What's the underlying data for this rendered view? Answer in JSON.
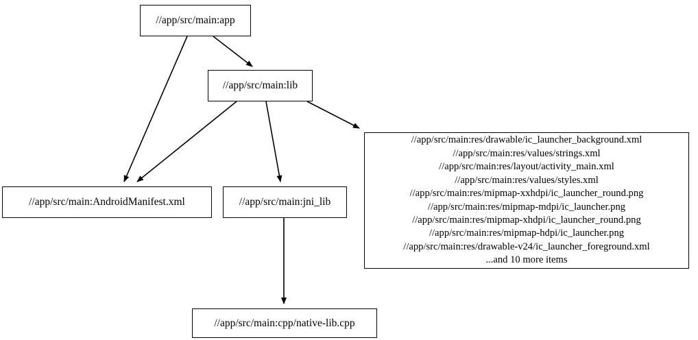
{
  "graph": {
    "background_color": "#ffffff",
    "edge_color": "#000000",
    "node_border_color": "#000000",
    "node_fill_color": "#ffffff",
    "nodes": {
      "app": {
        "label": "//app/src/main:app"
      },
      "lib": {
        "label": "//app/src/main:lib"
      },
      "manifest": {
        "label": "//app/src/main:AndroidManifest.xml"
      },
      "jni_lib": {
        "label": "//app/src/main:jni_lib"
      },
      "cpp": {
        "label": "//app/src/main:cpp/native-lib.cpp"
      },
      "res_group": {
        "lines": [
          "//app/src/main:res/drawable/ic_launcher_background.xml",
          "//app/src/main:res/values/strings.xml",
          "//app/src/main:res/layout/activity_main.xml",
          "//app/src/main:res/values/styles.xml",
          "//app/src/main:res/mipmap-xxhdpi/ic_launcher_round.png",
          "//app/src/main:res/mipmap-mdpi/ic_launcher.png",
          "//app/src/main:res/mipmap-xhdpi/ic_launcher_round.png",
          "//app/src/main:res/mipmap-hdpi/ic_launcher.png",
          "//app/src/main:res/drawable-v24/ic_launcher_foreground.xml",
          "...and 10 more items"
        ]
      }
    },
    "edges": [
      {
        "from": "app",
        "to": "lib"
      },
      {
        "from": "app",
        "to": "manifest"
      },
      {
        "from": "lib",
        "to": "manifest"
      },
      {
        "from": "lib",
        "to": "jni_lib"
      },
      {
        "from": "lib",
        "to": "res_group"
      },
      {
        "from": "jni_lib",
        "to": "cpp"
      }
    ]
  }
}
